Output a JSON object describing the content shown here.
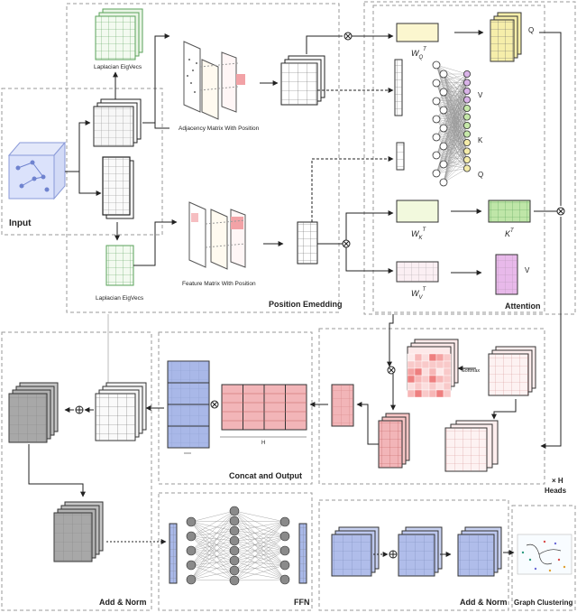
{
  "labels": {
    "input": "Input",
    "laplacian_top": "Laplacian EigVecs",
    "laplacian_bottom": "Laplacian EigVecs",
    "adjacency": "Adjacency Matrix With Position",
    "feature": "Feature Matrix With Position",
    "position_embedding": "Position Emedding",
    "attention": "Attention",
    "heads": "× H\nHeads",
    "concat_output": "Concat and Output",
    "add_norm_left": "Add & Norm",
    "ffn": "FFN",
    "add_norm_right": "Add & Norm",
    "graph_clustering": "Graph Clustering"
  },
  "attention_symbols": {
    "wq": "W",
    "wq_sub": "Q",
    "wq_sup": "T",
    "q_out": "Q",
    "wk": "W",
    "wk_sub": "K",
    "wk_sup": "T",
    "k_out": "K",
    "k_out_sup": "T",
    "wv": "W",
    "wv_sub": "V",
    "wv_sup": "T",
    "v_out": "V",
    "v_node": "V",
    "k_node": "K",
    "q_node": "Q",
    "softmax": "Softmax",
    "h_label": "H"
  },
  "colors": {
    "wq_fill": "#fbf6cf",
    "q_fill": "#f6eeaa",
    "wk_fill": "#f2f9dd",
    "k_fill": "#bfe6a8",
    "wv_fill": "#fbeff3",
    "v_fill": "#e8b9ea",
    "blue_matrix": "#a9b8e8",
    "red_matrix": "#f2b5b8",
    "grid_stroke": "#555555",
    "box_dash": "#999999"
  }
}
